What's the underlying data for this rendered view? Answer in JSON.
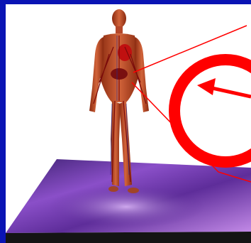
{
  "scene": {
    "background_color": "#0a14b4",
    "panel_color": "#ffffff",
    "figure_icon": "human-anatomy-circulatory-figure",
    "platform_icon": "purple-tissue-platform",
    "callout_icon": "magnifier-callout-circle",
    "callout_color": "#ff0000"
  }
}
